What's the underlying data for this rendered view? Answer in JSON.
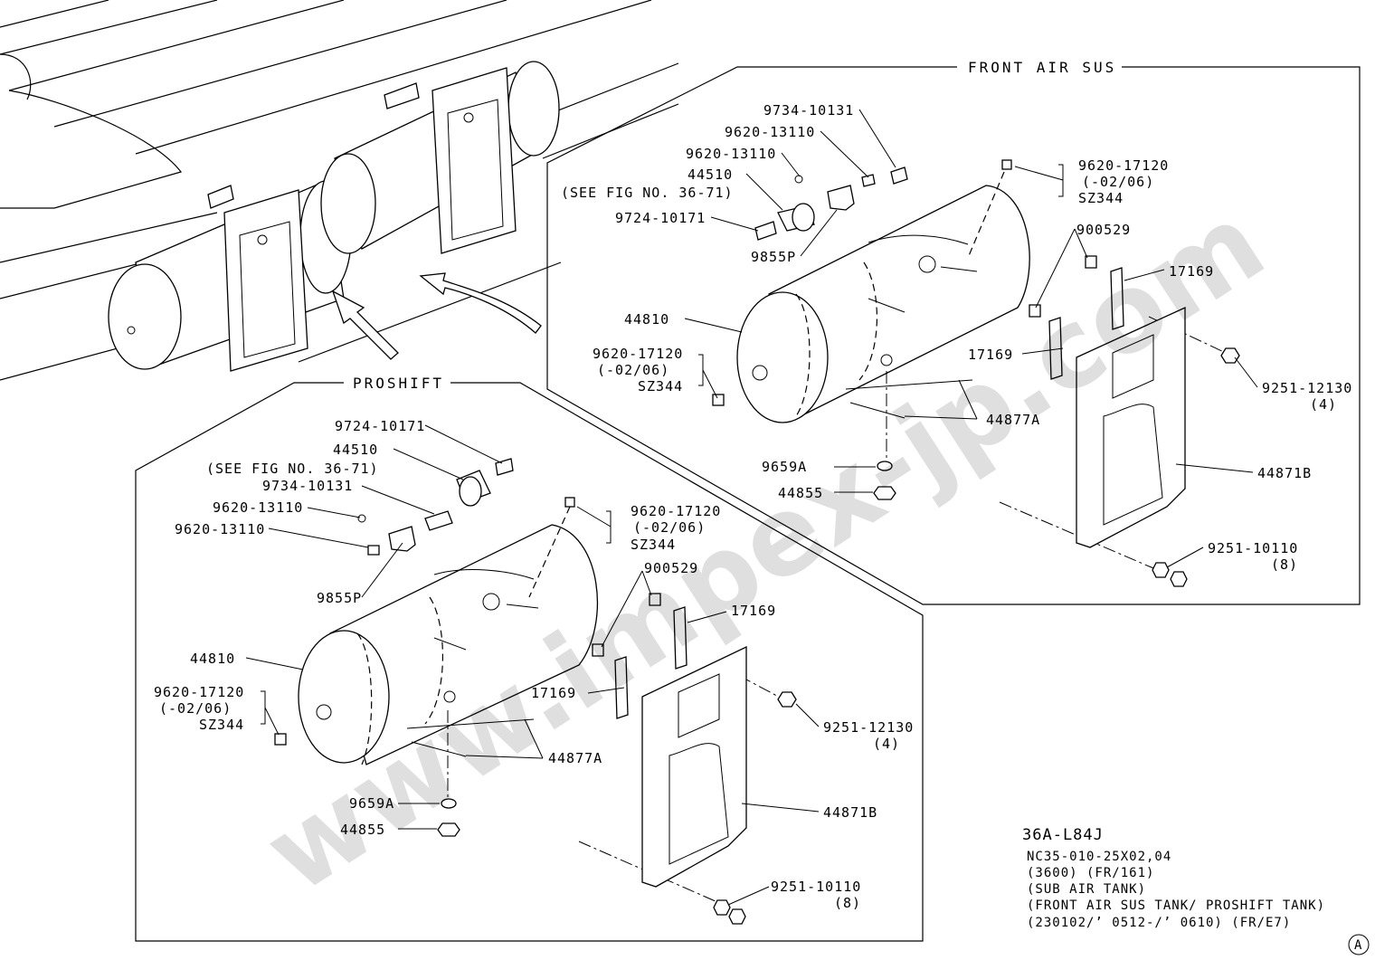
{
  "front": {
    "title": "FRONT AIR SUS",
    "labels": {
      "l9734": "9734-10131",
      "l9620a": "9620-13110",
      "l9620b": "9620-13110",
      "l44510": "44510",
      "lseefig": "(SEE FIG NO. 36-71)",
      "l9724": "9724-10171",
      "l9855": "9855P",
      "l17120": "9620-17120",
      "l0206": "(-02/06)",
      "lsz": "SZ344",
      "l900529": "900529",
      "l17169a": "17169",
      "l44810": "44810",
      "l17120b": "9620-17120",
      "l0206b": "(-02/06)",
      "lszb": "SZ344",
      "l17169b": "17169",
      "l12130": "9251-12130",
      "l4": "(4)",
      "l44877": "44877A",
      "l9659": "9659A",
      "l44855": "44855",
      "l44871": "44871B",
      "l10110": "9251-10110",
      "l8": "(8)"
    }
  },
  "proshift": {
    "title": "PROSHIFT",
    "labels": {
      "l9724": "9724-10171",
      "l44510": "44510",
      "lseefig": "(SEE FIG NO. 36-71)",
      "l9734": "9734-10131",
      "l9620a": "9620-13110",
      "l9620b": "9620-13110",
      "l17120": "9620-17120",
      "l0206": "(-02/06)",
      "lsz": "SZ344",
      "l900529": "900529",
      "l9855": "9855P",
      "l17169a": "17169",
      "l44810": "44810",
      "l17120b": "9620-17120",
      "l0206b": "(-02/06)",
      "lszb": "SZ344",
      "l17169b": "17169",
      "l12130": "9251-12130",
      "l4": "(4)",
      "l44877": "44877A",
      "l9659": "9659A",
      "l44855": "44855",
      "l44871": "44871B",
      "l10110": "9251-10110",
      "l8": "(8)"
    }
  },
  "footer": {
    "code": "36A-L84J",
    "line1": "NC35-010-25X02,04",
    "line2": "(3600) (FR/161)",
    "line3": "(SUB AIR TANK)",
    "line4": "(FRONT AIR SUS TANK/ PROSHIFT TANK)",
    "line5": "(230102/’ 0512-/’ 0610) (FR/E7)",
    "marker": "A"
  },
  "watermark": "www.impex-jp.com"
}
